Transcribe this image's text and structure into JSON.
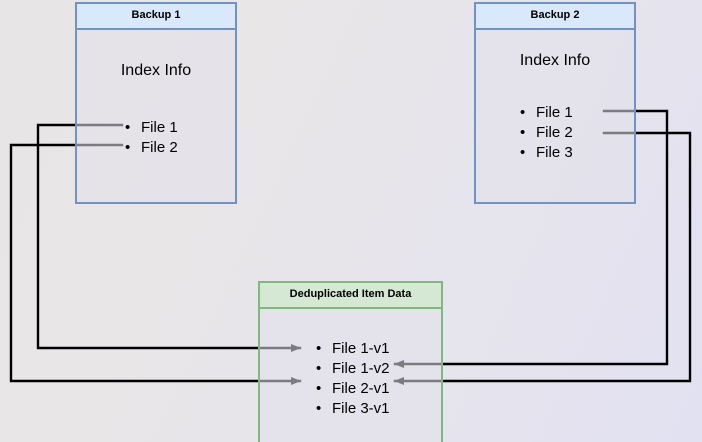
{
  "diagram": {
    "type": "deduplication-flow",
    "background_gradient_from": "#e8e5e6",
    "background_gradient_to": "#e2e1f2",
    "accent_blue": "#dae8fc",
    "accent_blue_border": "#7093c7",
    "accent_green": "#d5e8d4",
    "accent_green_border": "#7eb97e",
    "wire_color": "#000000"
  },
  "backup1": {
    "header": "Backup 1",
    "title": "Index Info",
    "files": [
      {
        "label": "File 1"
      },
      {
        "label": "File 2"
      }
    ]
  },
  "backup2": {
    "header": "Backup 2",
    "title": "Index Info",
    "files": [
      {
        "label": "File 1"
      },
      {
        "label": "File 2"
      },
      {
        "label": "File 3"
      }
    ]
  },
  "dedup": {
    "header": "Deduplicated Item Data",
    "items": [
      {
        "label": "File 1-v1"
      },
      {
        "label": "File 1-v2"
      },
      {
        "label": "File 2-v1"
      },
      {
        "label": "File 3-v1"
      }
    ]
  },
  "connections": [
    {
      "name": "backup1-file1-to-file1v1",
      "from": "Backup 1 / File 1",
      "to": "Deduplicated Item Data / File 1-v1"
    },
    {
      "name": "backup1-file2-to-file2v1",
      "from": "Backup 1 / File 2",
      "to": "Deduplicated Item Data / File 2-v1"
    },
    {
      "name": "backup2-file1-to-file1v2",
      "from": "Backup 2 / File 1",
      "to": "Deduplicated Item Data / File 1-v2"
    },
    {
      "name": "backup2-file2-to-file2v1",
      "from": "Backup 2 / File 2",
      "to": "Deduplicated Item Data / File 2-v1"
    }
  ]
}
